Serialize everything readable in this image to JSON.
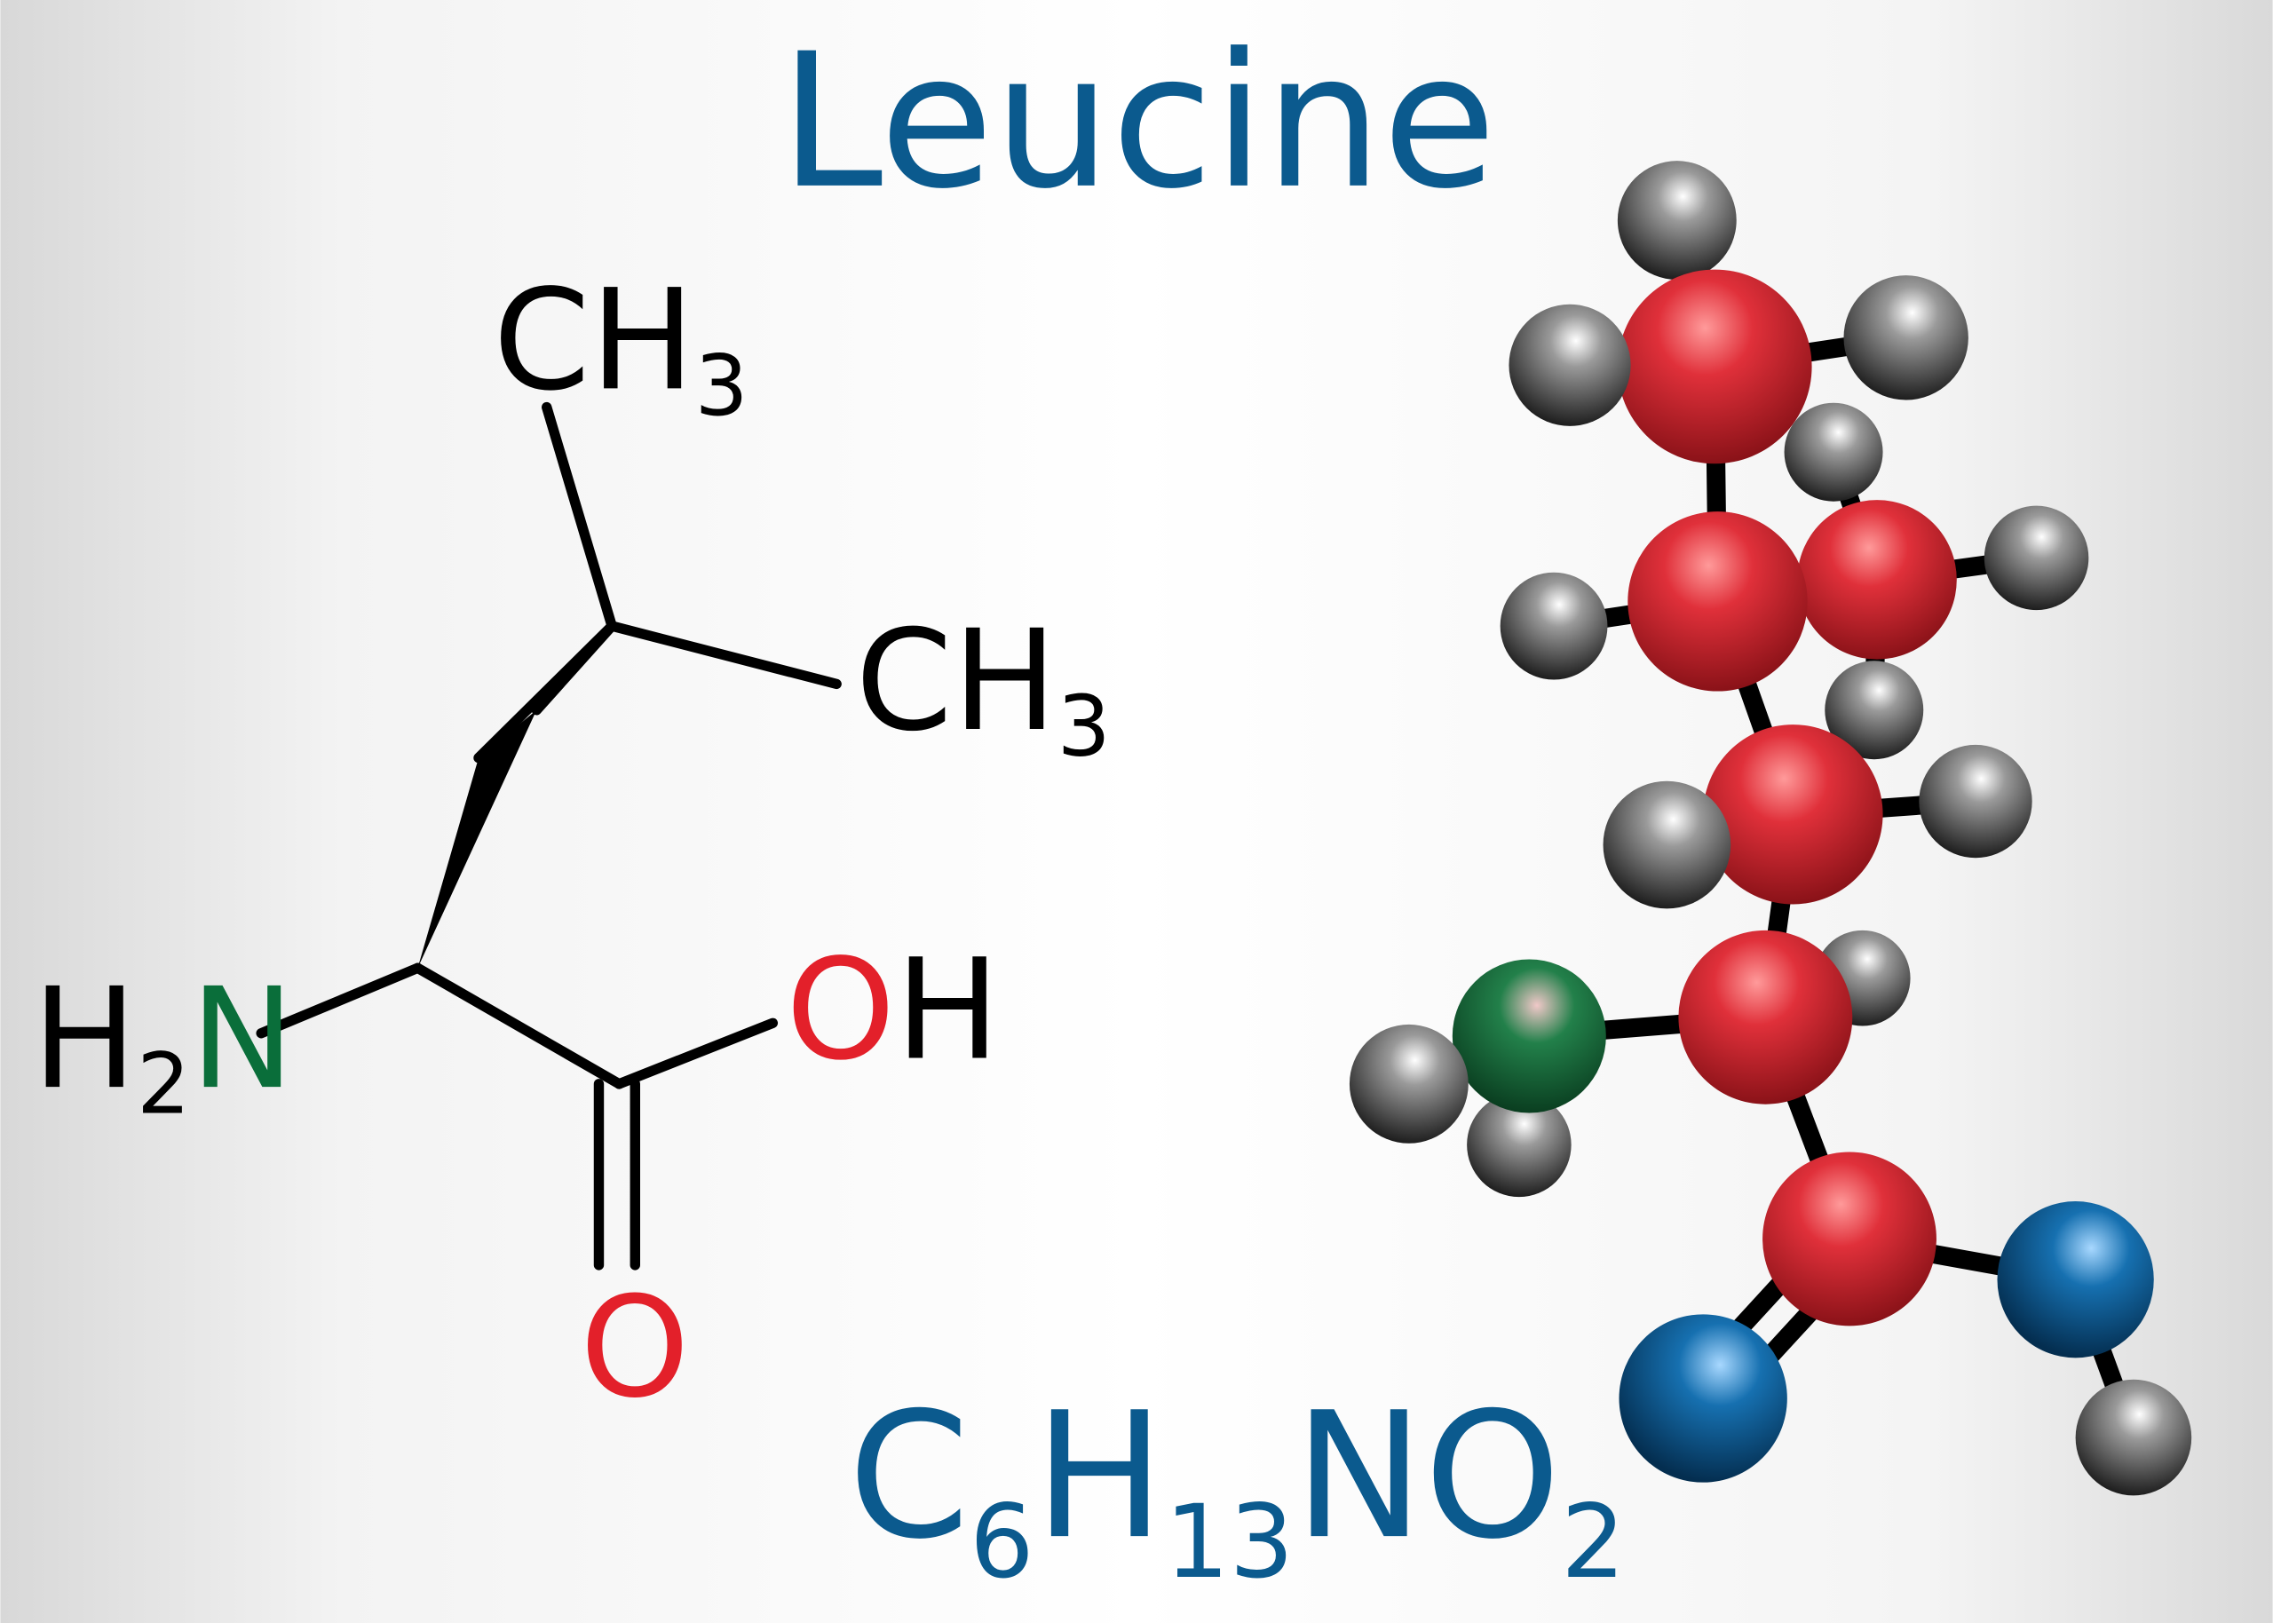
{
  "title": "Leucine",
  "structure": {
    "ch3_top": {
      "main": "CH",
      "sub": "3"
    },
    "ch3_right": {
      "main": "CH",
      "sub": "3"
    },
    "amine": {
      "h": "H",
      "sub": "2",
      "n": "N"
    },
    "hydroxyl": {
      "o": "O",
      "h": "H"
    },
    "carbonyl_o": "O"
  },
  "formula": {
    "c": "C",
    "c_n": "6",
    "h": "H",
    "h_n": "13",
    "n": "N",
    "o": "O",
    "o_n": "2"
  },
  "colors": {
    "title": "#0b5a8e",
    "nitrogen_label": "#0a6e3a",
    "oxygen_label": "#e3202a",
    "carbon_ball": "#d02a30",
    "hydrogen_ball": "#6a6a6a",
    "nitrogen_ball": "#1d7a45",
    "oxygen_ball": "#0d5a8f"
  }
}
